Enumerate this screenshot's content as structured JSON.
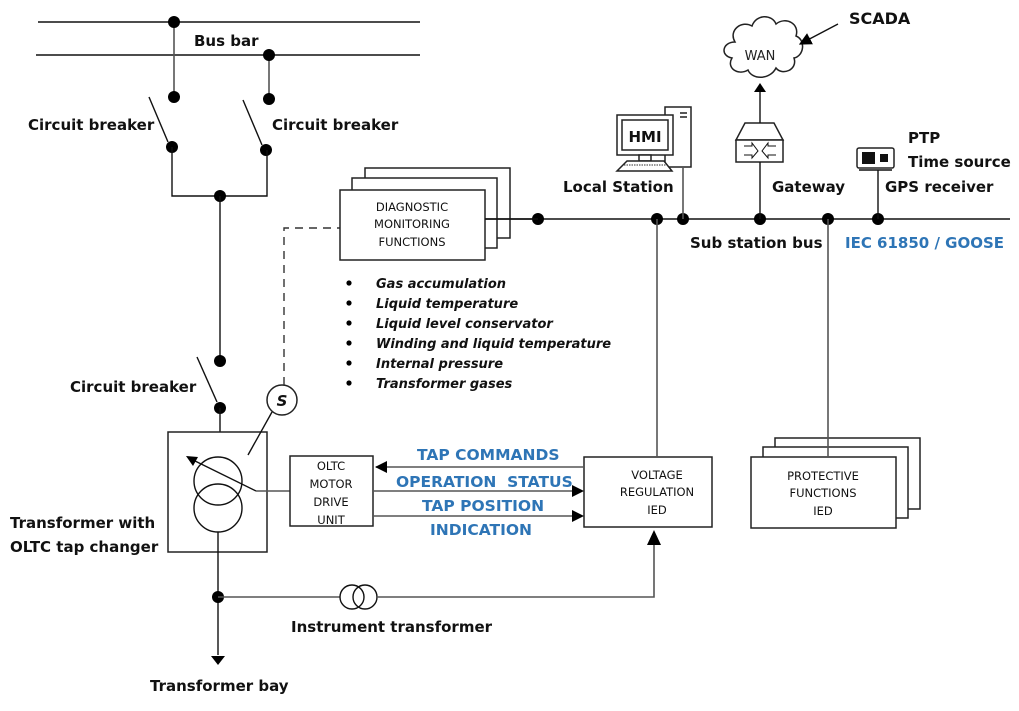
{
  "diagram": {
    "labels": {
      "bus_bar": "Bus bar",
      "circuit_breaker_left": "Circuit breaker",
      "circuit_breaker_right": "Circuit breaker",
      "circuit_breaker_lower": "Circuit breaker",
      "transformer_line1": "Transformer with",
      "transformer_line2": "OLTC tap changer",
      "transformer_bay": "Transformer bay",
      "instrument_transformer": "Instrument transformer",
      "local_station": "Local Station",
      "hmi": "HMI",
      "gateway": "Gateway",
      "wan": "WAN",
      "scada": "SCADA",
      "ptp": "PTP",
      "time_source": "Time source",
      "gps_receiver": "GPS receiver",
      "sub_station_bus": "Sub station bus",
      "protocol": "IEC 61850 / GOOSE",
      "sensor": "S"
    },
    "diagnostic_box": [
      "DIAGNOSTIC",
      "MONITORING",
      "FUNCTIONS"
    ],
    "diagnostic_items": [
      "Gas accumulation",
      "Liquid temperature",
      "Liquid level conservator",
      "Winding and liquid temperature",
      "Internal pressure",
      "Transformer gases"
    ],
    "oltc_box": [
      "OLTC",
      "MOTOR",
      "DRIVE",
      "UNIT"
    ],
    "voltage_regulation_box": [
      "VOLTAGE",
      "REGULATION",
      "IED"
    ],
    "protective_box": [
      "PROTECTIVE",
      "FUNCTIONS",
      "IED"
    ],
    "signals": {
      "tap_commands": "TAP COMMANDS",
      "operation_status": "OPERATION  STATUS",
      "tap_position": "TAP POSITION",
      "indication": "INDICATION"
    },
    "colors": {
      "signal_text": "#2e75b6",
      "protocol_text": "#2e75b6",
      "line": "#111111"
    }
  }
}
